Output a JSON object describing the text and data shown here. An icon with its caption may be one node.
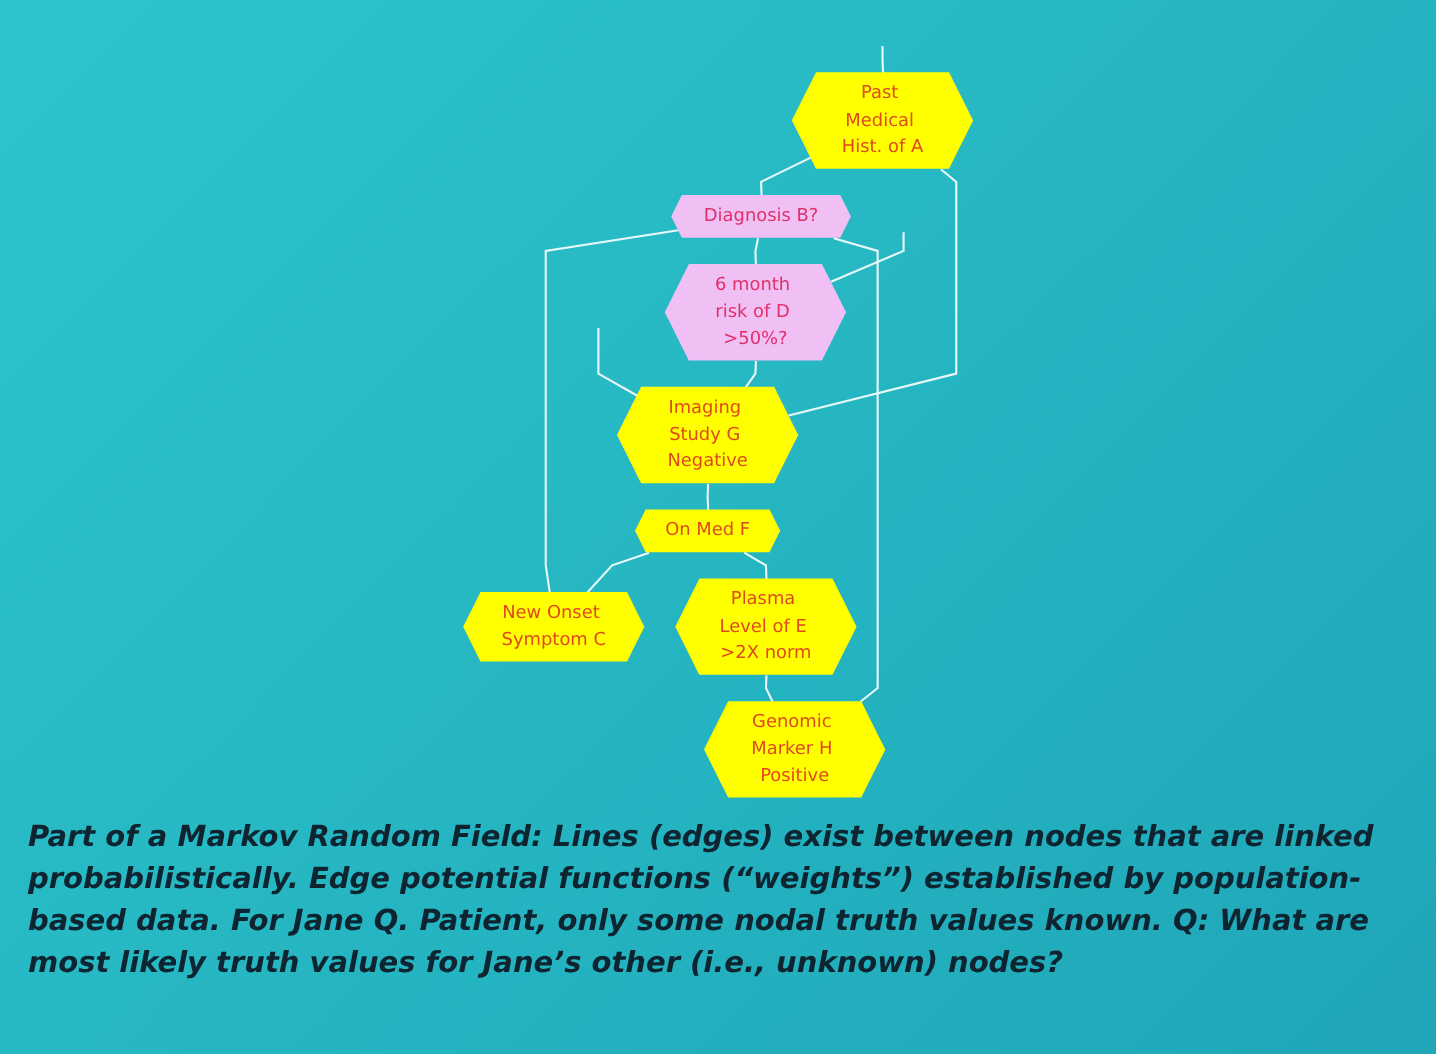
{
  "diagram": {
    "caption": "Part of a Markov Random Field: Lines (edges) exist between nodes that are linked probabilistically. Edge potential functions (“weights”) established by population-based data.  For Jane Q. Patient, only some nodal truth values known. Q:  What are most likely truth values for Jane’s other (i.e., unknown) nodes?",
    "nodes": [
      {
        "text": [
          "Past Medical Hist. of A"
        ]
      },
      {
        "text": [
          "Diagnosis B?"
        ]
      },
      {
        "text": [
          "New Onset Symptom C"
        ]
      },
      {
        "text": [
          "6 month risk of D >50%?"
        ]
      },
      {
        "text": [
          "Plasma Level of E >2X norm"
        ]
      },
      {
        "text": [
          "On Med F"
        ]
      },
      {
        "text": [
          "Imaging Study G Negative"
        ]
      },
      {
        "text": [
          "Genomic Marker H Positive"
        ]
      }
    ],
    "edges": [
      {
        "from": null,
        "to": 0,
        "arrow": "none"
      },
      {
        "from": 0,
        "to": 1,
        "arrow": "none"
      },
      {
        "from": 1,
        "to": 2,
        "arrow": "none"
      },
      {
        "from": 1,
        "to": 3,
        "arrow": "none"
      },
      {
        "from": 0,
        "to": 6,
        "arrow": "none"
      },
      {
        "from": null,
        "to": 3,
        "arrow": "none"
      },
      {
        "from": 3,
        "to": 6,
        "arrow": "none"
      },
      {
        "from": null,
        "to": 6,
        "arrow": "none"
      },
      {
        "from": 6,
        "to": 5,
        "arrow": "none"
      },
      {
        "from": 5,
        "to": 2,
        "arrow": "none"
      },
      {
        "from": 5,
        "to": 4,
        "arrow": "none"
      },
      {
        "from": 1,
        "to": 7,
        "arrow": "none"
      },
      {
        "from": 4,
        "to": 7,
        "arrow": "none"
      }
    ]
  }
}
